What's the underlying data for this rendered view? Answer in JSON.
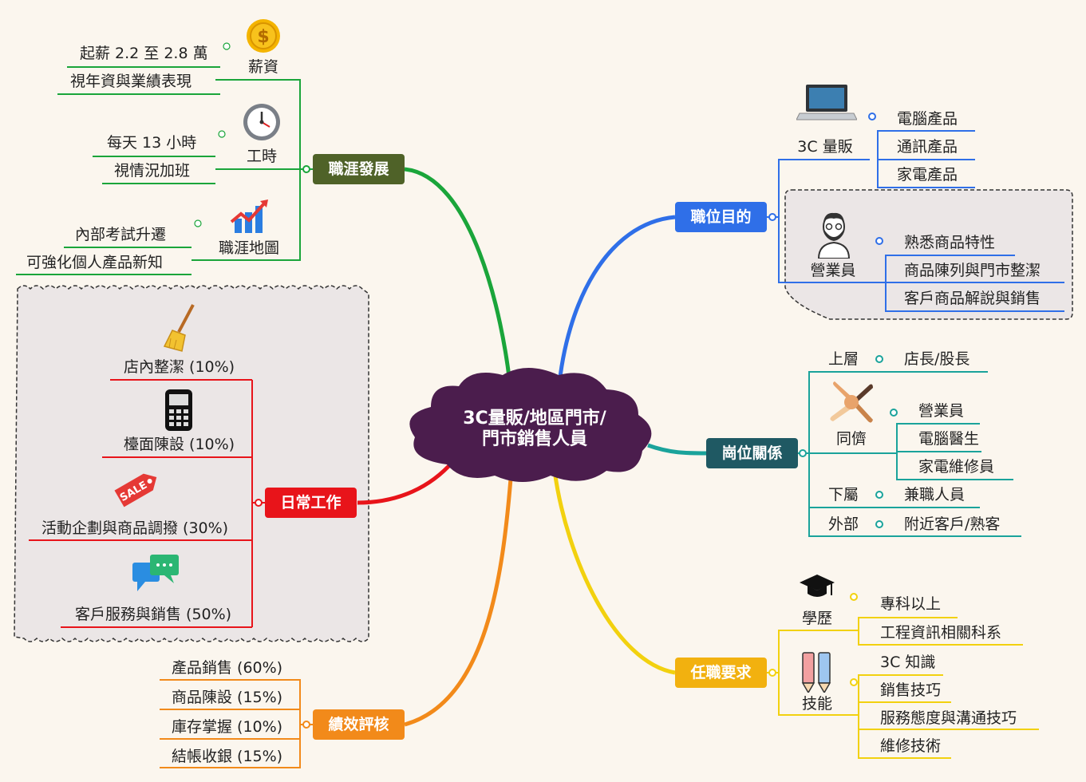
{
  "central": {
    "line1": "3C量販/地區門市/",
    "line2": "門市銷售人員"
  },
  "career": {
    "title": "職涯發展",
    "salary": {
      "label": "薪資",
      "items": [
        "起薪 2.2 至 2.8 萬",
        "視年資與業績表現"
      ]
    },
    "hours": {
      "label": "工時",
      "items": [
        "每天 13 小時",
        "視情況加班"
      ]
    },
    "map": {
      "label": "職涯地圖",
      "items": [
        "內部考試升遷",
        "可強化個人產品新知"
      ]
    }
  },
  "daily": {
    "title": "日常工作",
    "items": [
      "店內整潔 (10%)",
      "檯面陳設 (10%)",
      "活動企劃與商品調撥 (30%)",
      "客戶服務與銷售 (50%)"
    ]
  },
  "perf": {
    "title": "績效評核",
    "items": [
      "產品銷售 (60%)",
      "商品陳設 (15%)",
      "庫存掌握 (10%)",
      "結帳收銀 (15%)"
    ]
  },
  "purpose": {
    "title": "職位目的",
    "sales3c": {
      "label": "3C 量販",
      "items": [
        "電腦產品",
        "通訊產品",
        "家電產品"
      ]
    },
    "clerk": {
      "label": "營業員",
      "items": [
        "熟悉商品特性",
        "商品陳列與門市整潔",
        "客戶商品解說與銷售"
      ]
    }
  },
  "relation": {
    "title": "崗位關係",
    "upper": {
      "label": "上層",
      "value": "店長/股長"
    },
    "peer": {
      "label": "同儕",
      "items": [
        "營業員",
        "電腦醫生",
        "家電維修員"
      ]
    },
    "lower": {
      "label": "下屬",
      "value": "兼職人員"
    },
    "outer": {
      "label": "外部",
      "value": "附近客戶/熟客"
    }
  },
  "req": {
    "title": "任職要求",
    "edu": {
      "label": "學歷",
      "items": [
        "專科以上",
        "工程資訊相關科系"
      ]
    },
    "skill": {
      "label": "技能",
      "items": [
        "3C 知識",
        "銷售技巧",
        "服務態度與溝通技巧",
        "維修技術"
      ]
    }
  },
  "icons": {
    "salary": "dollar-coin-icon",
    "hours": "clock-icon",
    "map": "chart-trend-icon",
    "clean": "broom-icon",
    "counter": "phone-icon",
    "promo": "sale-tag-icon",
    "service": "chat-bubbles-icon",
    "laptop": "laptop-icon",
    "clerk": "person-icon",
    "peer": "hands-icon",
    "edu": "graduation-cap-icon",
    "skill": "pencils-icon"
  },
  "colors": {
    "career": "#4f6228",
    "daily": "#e8141a",
    "perf": "#f28a1a",
    "purpose": "#2f6fe8",
    "relation": "#1f5963",
    "req": "#f2b10f",
    "center": "#4b1d4d"
  }
}
